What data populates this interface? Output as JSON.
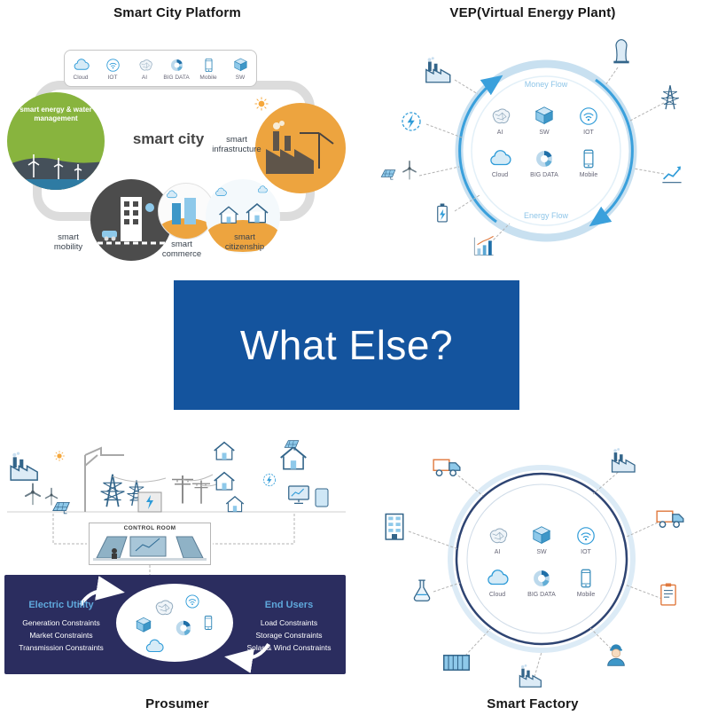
{
  "panels": {
    "smart_city": {
      "title": "Smart City Platform",
      "center_label": "smart city",
      "icon_bar": [
        {
          "icon": "cloud-icon",
          "label": "Cloud"
        },
        {
          "icon": "iot-icon",
          "label": "IOT"
        },
        {
          "icon": "ai-icon",
          "label": "AI"
        },
        {
          "icon": "big-data-icon",
          "label": "BIG DATA"
        },
        {
          "icon": "mobile-icon",
          "label": "Mobile"
        },
        {
          "icon": "sw-icon",
          "label": "SW"
        }
      ],
      "nodes": {
        "energy": "smart energy & water management",
        "infrastructure": "smart infrastructure",
        "mobility": "smart mobility",
        "commerce": "smart commerce",
        "citizenship": "smart citizenship"
      }
    },
    "vep": {
      "title": "VEP(Virtual Energy Plant)",
      "money_flow": "Money Flow",
      "energy_flow": "Energy Flow",
      "core_icons": [
        {
          "icon": "ai-icon",
          "label": "AI"
        },
        {
          "icon": "sw-icon",
          "label": "SW"
        },
        {
          "icon": "iot-icon",
          "label": "IOT"
        },
        {
          "icon": "cloud-icon",
          "label": "Cloud"
        },
        {
          "icon": "big-data-icon",
          "label": "BIG DATA"
        },
        {
          "icon": "mobile-icon",
          "label": "Mobile"
        }
      ],
      "satellite_icons": [
        "factory-icon",
        "power-plant-icon",
        "transmission-tower-icon",
        "trend-chart-icon",
        "lightning-icon",
        "solar-wind-icon",
        "battery-icon",
        "bar-chart-icon"
      ]
    },
    "what_else": {
      "label": "What Else?"
    },
    "prosumer": {
      "title": "Prosumer",
      "control_room_label": "CONTROL ROOM",
      "electric_utility": {
        "title": "Electric Utility",
        "items": [
          "Generation Constraints",
          "Market Constraints",
          "Transmission Constraints"
        ]
      },
      "end_users": {
        "title": "End Users",
        "items": [
          "Load Constraints",
          "Storage Constraints",
          "Solar & Wind Constraints"
        ]
      }
    },
    "smart_factory": {
      "title": "Smart Factory",
      "core_icons": [
        {
          "icon": "ai-icon",
          "label": "AI"
        },
        {
          "icon": "sw-icon",
          "label": "SW"
        },
        {
          "icon": "iot-icon",
          "label": "IOT"
        },
        {
          "icon": "cloud-icon",
          "label": "Cloud"
        },
        {
          "icon": "big-data-icon",
          "label": "BIG DATA"
        },
        {
          "icon": "mobile-icon",
          "label": "Mobile"
        }
      ],
      "satellite_icons": [
        "delivery-truck-icon",
        "factory-icon",
        "delivery-truck-icon",
        "warehouse-icon",
        "flask-icon",
        "clipboard-icon",
        "container-icon",
        "worker-icon",
        "factory-icon"
      ]
    }
  },
  "colors": {
    "what_else_bg": "#14549e",
    "prosumer_box_bg": "#2b2d5f",
    "accent_blue": "#2e9bd8",
    "light_blue": "#8ec9ea",
    "navy": "#2e4472",
    "green": "#88b43e",
    "orange": "#eda43f",
    "road_gray": "#dcdcdc"
  }
}
